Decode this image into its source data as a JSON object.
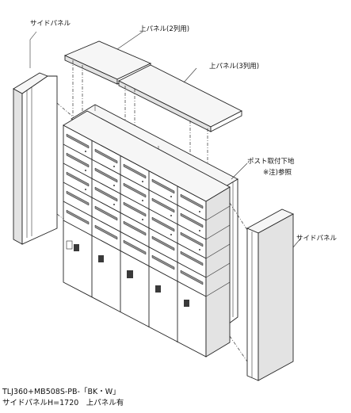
{
  "labels": {
    "side_panel_left": "サイドパネル",
    "top_panel_2": "上パネル(2列用)",
    "top_panel_3": "上パネル(3列用)",
    "post_mount_line1": "ポスト取付下地",
    "post_mount_line2": "※注)参照",
    "side_panel_right": "サイドパネル"
  },
  "caption": {
    "line1": "TLJ360+MB508S-PB-「BK・W」",
    "line2": "サイドパネルH=1720　上パネル有"
  }
}
